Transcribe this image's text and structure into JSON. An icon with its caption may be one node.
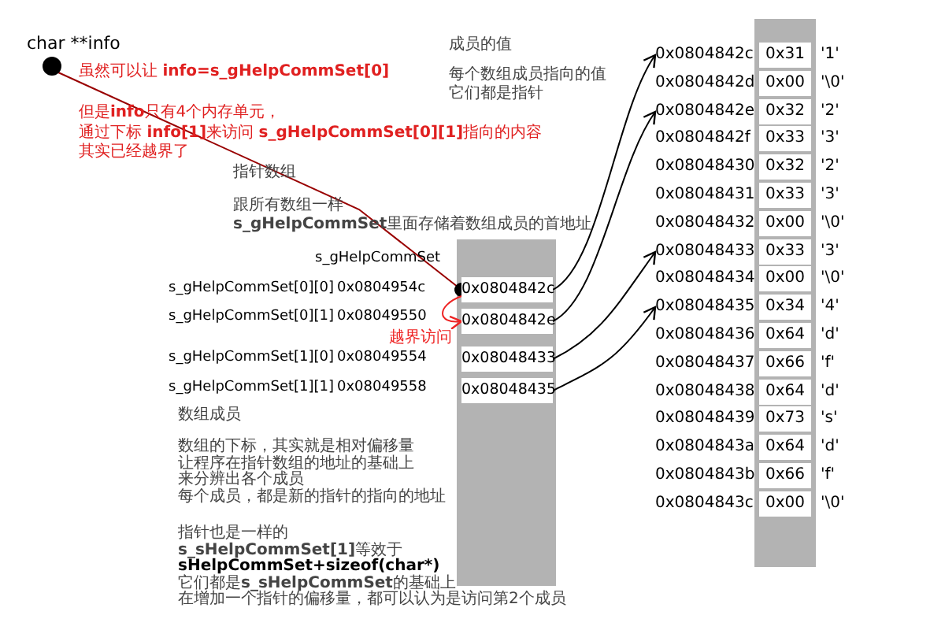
{
  "diagram": {
    "nodes": [
      {
        "text": [],
        "shape": "circle"
      },
      {
        "text": [
          "0x0804842c"
        ]
      },
      {
        "text": [
          "0x0804842e"
        ]
      },
      {
        "text": [
          "0x08048433"
        ]
      },
      {
        "text": [
          "0x08048435"
        ]
      },
      {
        "text": [
          "0x31"
        ],
        "beside": [
          "0x0804842c",
          "'1'"
        ]
      },
      {
        "text": [
          "0x00"
        ],
        "beside": [
          "0x0804842d",
          "'\\0'"
        ]
      },
      {
        "text": [
          "0x32"
        ],
        "beside": [
          "0x0804842e",
          "'2'"
        ]
      },
      {
        "text": [
          "0x33"
        ],
        "beside": [
          "0x0804842f",
          "'3'"
        ]
      },
      {
        "text": [
          "0x32"
        ],
        "beside": [
          "0x08048430",
          "'2'"
        ]
      },
      {
        "text": [
          "0x33"
        ],
        "beside": [
          "0x08048431",
          "'3'"
        ]
      },
      {
        "text": [
          "0x00"
        ],
        "beside": [
          "0x08048432",
          "'\\0'"
        ]
      },
      {
        "text": [
          "0x33"
        ],
        "beside": [
          "0x08048433",
          "'3'"
        ]
      },
      {
        "text": [
          "0x00"
        ],
        "beside": [
          "0x08048434",
          "'\\0'"
        ]
      },
      {
        "text": [
          "0x34"
        ],
        "beside": [
          "0x08048435",
          "'4'"
        ]
      },
      {
        "text": [
          "0x64"
        ],
        "beside": [
          "0x08048436",
          "'d'"
        ]
      },
      {
        "text": [
          "0x66"
        ],
        "beside": [
          "0x08048437",
          "'f'"
        ]
      },
      {
        "text": [
          "0x64"
        ],
        "beside": [
          "0x08048438",
          "'d'"
        ]
      },
      {
        "text": [
          "0x73"
        ],
        "beside": [
          "0x08048439",
          "'s'"
        ]
      },
      {
        "text": [
          "0x64"
        ],
        "beside": [
          "0x0804843a",
          "'d'"
        ]
      },
      {
        "text": [
          "0x66"
        ],
        "beside": [
          "0x0804843b",
          "'f'"
        ]
      },
      {
        "text": [
          "0x00"
        ],
        "beside": [
          "0x0804843c",
          "'\\0'"
        ]
      }
    ],
    "edges": [
      {
        "from": 0,
        "to": 1,
        "arrow": "other",
        "color": "#990000"
      },
      {
        "from": 1,
        "to": 2,
        "arrow": "to",
        "label": "越界访问",
        "color": "#ee2222"
      },
      {
        "from": 1,
        "to": 5,
        "arrow": "to"
      },
      {
        "from": 2,
        "to": 7,
        "arrow": "to"
      },
      {
        "from": 3,
        "to": 12,
        "arrow": "to"
      },
      {
        "from": 4,
        "to": 14,
        "arrow": "to"
      }
    ],
    "labels": [
      "char **info",
      "虽然可以让 **info=s_gHelpCommSet[0]**",
      "但是**info**只有4个内存单元，",
      "通过下标 **info[1]**来访问 **s_gHelpCommSet[0][1]**指向的内容",
      "其实已经越界了",
      "指针数组",
      "跟所有数组一样",
      "**s_gHelpCommSet**里面存储着数组成员的首地址",
      "成员的值",
      "每个数组成员指向的值",
      "它们都是指针",
      "s_gHelpCommSet",
      "s_gHelpCommSet[0][0]",
      "0x0804954c",
      "s_gHelpCommSet[0][1]",
      "0x08049550",
      "s_gHelpCommSet[1][0]",
      "0x08049554",
      "s_gHelpCommSet[1][1]",
      "0x08049558",
      "数组成员",
      "数组的下标，其实就是相对偏移量",
      "让程序在指针数组的地址的基础上",
      "来分辨出各个成员",
      "每个成员，都是新的指针的指向的地址",
      "指针也是一样的",
      "**s_sHelpCommSet[1]**等效于",
      "sHelpCommSet+sizeof(char*)",
      "它们都是**s_sHelpCommSet**的基础上",
      "在增加一个指针的偏移量，都可以认为是访问第2个成员"
    ]
  }
}
